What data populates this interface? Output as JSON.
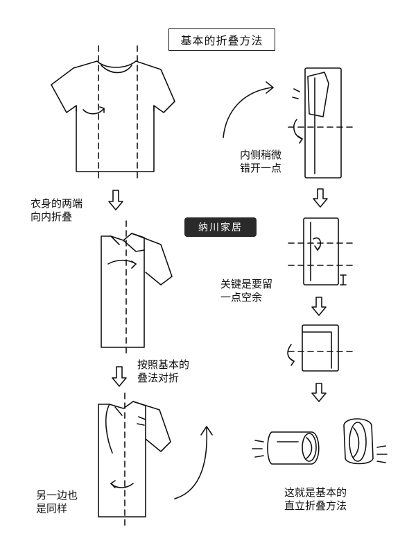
{
  "title": "基本的折叠方法",
  "brand": "纳川家居",
  "steps": [
    {
      "lines": [
        "衣身的两端",
        "向内折叠"
      ]
    },
    {
      "lines": [
        "按照基本的",
        "叠法对折"
      ]
    },
    {
      "lines": [
        "另一边也",
        "是同样"
      ]
    },
    {
      "lines": [
        "内侧稍微",
        "错开一点"
      ]
    },
    {
      "lines": [
        "关键是要留",
        "一点空余"
      ]
    },
    {
      "lines": [
        "这就是基本的",
        "直立折叠方法"
      ]
    }
  ],
  "colors": {
    "ink": "#111111",
    "brand_bg": "#2a2a2a",
    "paper": "#ffffff"
  }
}
